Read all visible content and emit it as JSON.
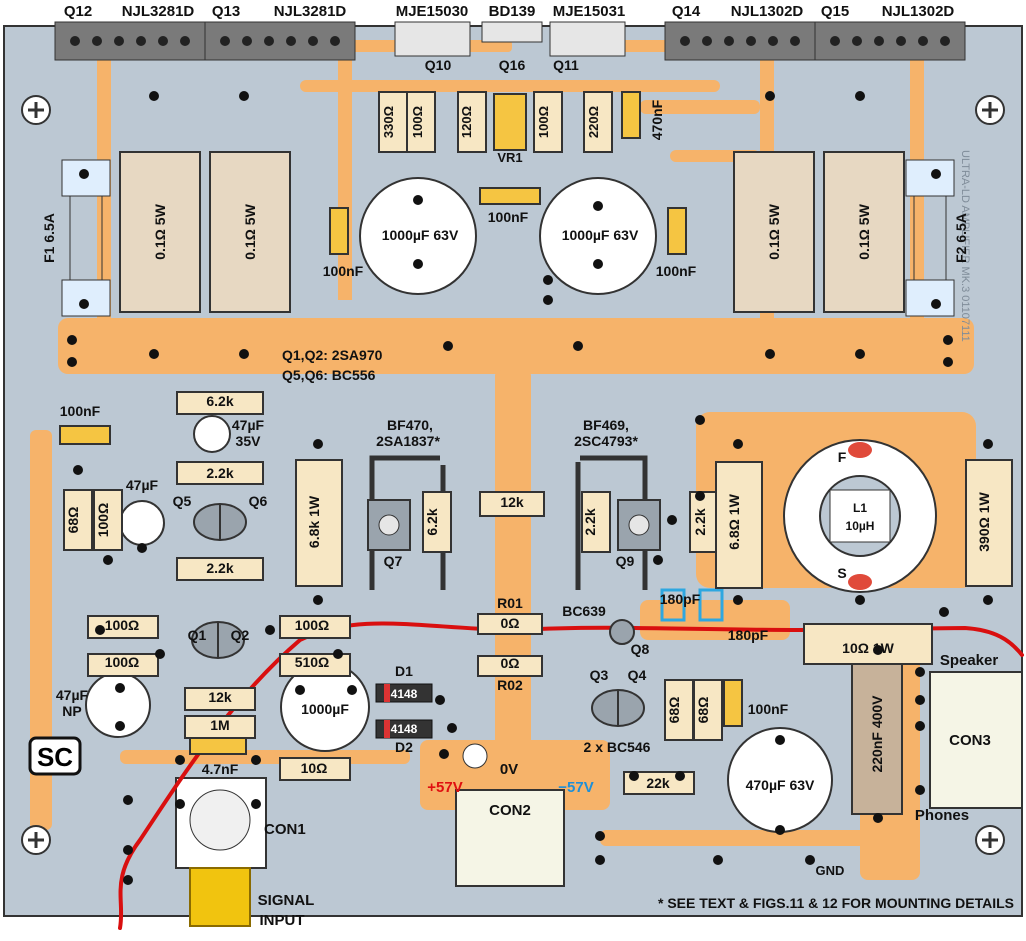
{
  "header": {
    "q12": "Q12",
    "q12_type": "NJL3281D",
    "q13": "Q13",
    "q13_type": "NJL3281D",
    "q10_type": "MJE15030",
    "q16_type": "BD139",
    "q11_type": "MJE15031",
    "q14": "Q14",
    "q14_type": "NJL1302D",
    "q15": "Q15",
    "q15_type": "NJL1302D"
  },
  "transistors": {
    "q10": "Q10",
    "q16": "Q16",
    "q11": "Q11",
    "q7": "Q7",
    "q9": "Q9",
    "q8": "Q8",
    "q1": "Q1",
    "q2": "Q2",
    "q3": "Q3",
    "q4": "Q4",
    "q5": "Q5",
    "q6": "Q6",
    "q7_type": "BF470,",
    "q7_type2": "2SA1837*",
    "q9_type": "BF469,",
    "q9_type2": "2SC4793*",
    "q8_type": "BC639",
    "q34_type": "2 x BC546"
  },
  "notes": {
    "q12_types": "Q1,Q2: 2SA970",
    "q56_types": "Q5,Q6: BC556",
    "footnote": "* SEE TEXT & FIGS.11 & 12 FOR MOUNTING DETAILS",
    "vertical_text": "ULTRA-LD AMPLIFIER MK.3  01107111",
    "logo": "SC"
  },
  "fuses": {
    "f1": "F1 6.5A",
    "f2": "F2 6.5A"
  },
  "top_resistors": [
    "330Ω",
    "100Ω",
    "120Ω",
    "100Ω",
    "220Ω"
  ],
  "vr1": "VR1",
  "caps": {
    "c470n_top": "470nF",
    "c100n_center": "100nF",
    "c100n_left": "100nF",
    "c100n_right": "100nF",
    "c1000_left": "1000µF 63V",
    "c1000_right": "1000µF 63V",
    "c100n_mid": "100nF",
    "c47_35": "47µF",
    "c47_35v": "35V",
    "c47": "47µF",
    "c47np": "47µF",
    "np": "NP",
    "c1000": "1000µF",
    "c4n7": "4.7nF",
    "c180p_a": "180pF",
    "c180p_b": "180pF",
    "c100n_q4": "100nF",
    "c470_63": "470µF 63V",
    "c220n": "220nF 400V"
  },
  "power_resistors": [
    "0.1Ω 5W",
    "0.1Ω 5W",
    "0.1Ω 5W",
    "0.1Ω 5W"
  ],
  "resistors": {
    "r6k2_top": "6.2k",
    "r2k2_a": "2.2k",
    "r2k2_b": "2.2k",
    "r68": "68Ω",
    "r100": "100Ω",
    "r6k8": "6.8k 1W",
    "r6k2_q7": "6.2k",
    "r12k": "12k",
    "r2k2_q9": "2.2k",
    "r2k2_c": "2.2k",
    "r6r8": "6.8Ω 1W",
    "r390": "390Ω 1W",
    "r100_a": "100Ω",
    "r100_b": "100Ω",
    "r100_c": "100Ω",
    "r510": "510Ω",
    "r12k_b": "12k",
    "r1m": "1M",
    "r10": "10Ω",
    "r01": "R01",
    "r01_val": "0Ω",
    "r02": "R02",
    "r02_val": "0Ω",
    "r10_1w": "10Ω 1W",
    "r68_a": "68Ω",
    "r68_b": "68Ω",
    "r22k": "22k"
  },
  "diodes": {
    "d1": "D1",
    "d1_type": "4148",
    "d2": "D2",
    "d2_type": "4148"
  },
  "inductor": {
    "label": "L1",
    "value": "10µH",
    "f": "F",
    "s": "S"
  },
  "connectors": {
    "con1": "CON1",
    "signal": "SIGNAL",
    "input": "INPUT",
    "con2": "CON2",
    "plus57": "+57V",
    "zero": "0V",
    "minus57": "−57V",
    "con3": "CON3",
    "speaker": "Speaker",
    "phones": "Phones",
    "gnd": "GND"
  },
  "colors": {
    "board": "#bcc8d3",
    "copper": "#f6b36a",
    "pad": "#1a1a1a",
    "resistor_body": "#f7e7c4",
    "power_body": "#e7d8c2",
    "red_line": "#d90f0f",
    "blue_cap": "#2ea7e0",
    "header": "#777777"
  }
}
